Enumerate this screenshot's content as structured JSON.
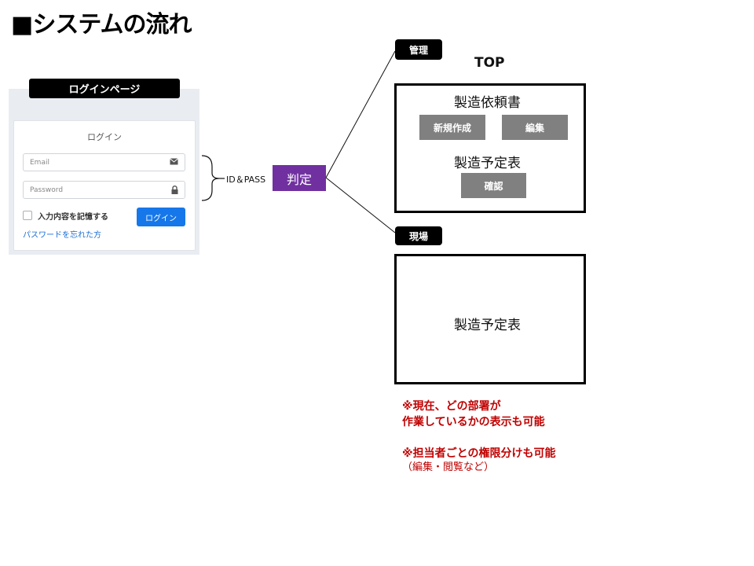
{
  "title": "■システムの流れ",
  "login_page": {
    "label": "ログインページ",
    "heading": "ログイン",
    "email_placeholder": "Email",
    "password_placeholder": "Password",
    "remember_label": "入力内容を記憶する",
    "login_button": "ログイン",
    "forgot_link": "パスワードを忘れた方"
  },
  "flow": {
    "credentials_label": "ID＆PASS",
    "judgement_label": "判定"
  },
  "admin": {
    "tag": "管理",
    "screen_title": "TOP",
    "order_form_label": "製造依頼書",
    "new_button": "新規作成",
    "edit_button": "編集",
    "schedule_label": "製造予定表",
    "confirm_button": "確認"
  },
  "site": {
    "tag": "現場",
    "schedule_label": "製造予定表"
  },
  "notes": {
    "note1_line1": "※現在、どの部署が",
    "note1_line2": "作業しているかの表示も可能",
    "note2_line1": "※担当者ごとの権限分けも可能",
    "note2_line2": "（編集・閲覧など）"
  },
  "colors": {
    "judgement": "#7030a0",
    "login_button": "#1677ea",
    "gray_button": "#808080",
    "note_text": "#c00000"
  }
}
